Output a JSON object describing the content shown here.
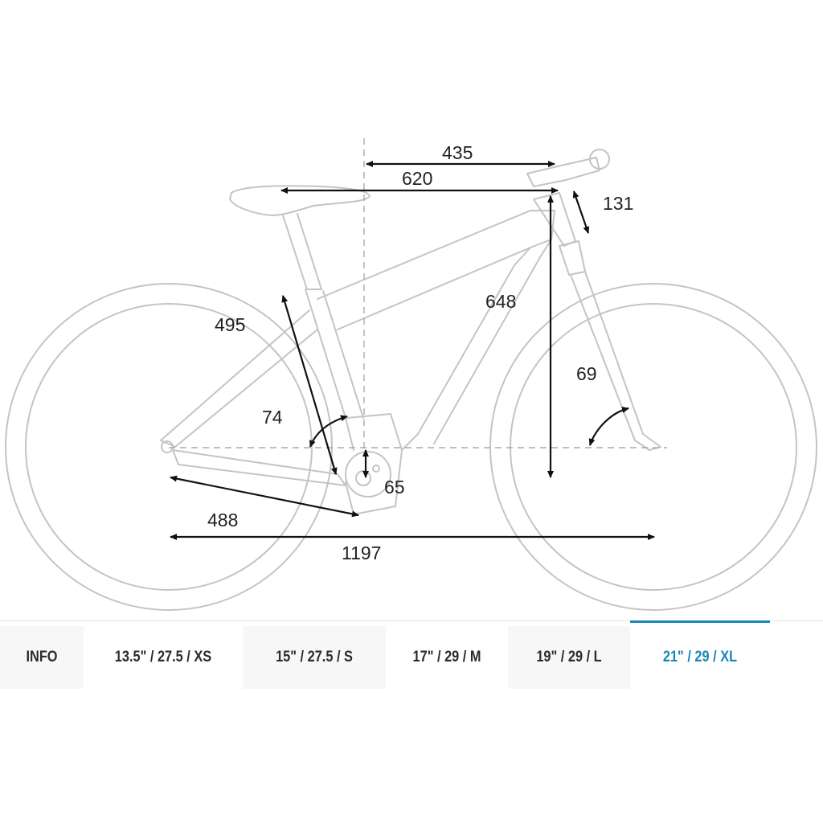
{
  "dimensions": {
    "reach": "435",
    "top_tube": "620",
    "stem_length": "131",
    "stack": "648",
    "seat_tube": "495",
    "seat_angle": "74",
    "head_angle": "69",
    "bb_drop": "65",
    "chainstay": "488",
    "wheelbase": "1197"
  },
  "tabs": [
    {
      "label": "INFO",
      "active": false
    },
    {
      "label": "13.5\" / 27.5 / XS",
      "active": false
    },
    {
      "label": "15\" / 27.5 / S",
      "active": false
    },
    {
      "label": "17\" / 29 / M",
      "active": false
    },
    {
      "label": "19\" / 29 / L",
      "active": false
    },
    {
      "label": "21\" / 29 / XL",
      "active": true
    }
  ],
  "colors": {
    "accent": "#1a86b8",
    "bike_outline": "#c4c4c4",
    "dimension_line": "#111111"
  }
}
